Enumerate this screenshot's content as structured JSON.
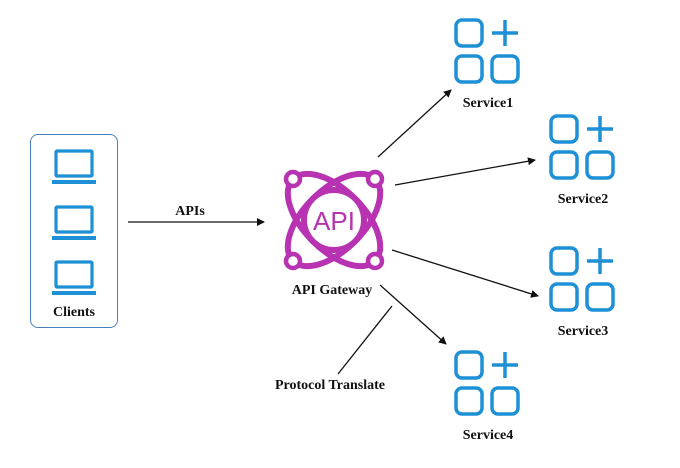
{
  "clients": {
    "label": "Clients",
    "icon": "laptop-icon",
    "count": 3
  },
  "gateway": {
    "label": "API Gateway",
    "icon_text": "API",
    "icon": "api-gateway-icon"
  },
  "edge_labels": {
    "apis": "APIs",
    "protocol_translate": "Protocol Translate"
  },
  "services": [
    {
      "label": "Service1",
      "icon": "service-grid-icon"
    },
    {
      "label": "Service2",
      "icon": "service-grid-icon"
    },
    {
      "label": "Service3",
      "icon": "service-grid-icon"
    },
    {
      "label": "Service4",
      "icon": "service-grid-icon"
    }
  ],
  "colors": {
    "icon_blue": "#1e90d6",
    "gateway_purple": "#b833b1",
    "line": "#111111",
    "box_border": "#4a7fbf"
  }
}
